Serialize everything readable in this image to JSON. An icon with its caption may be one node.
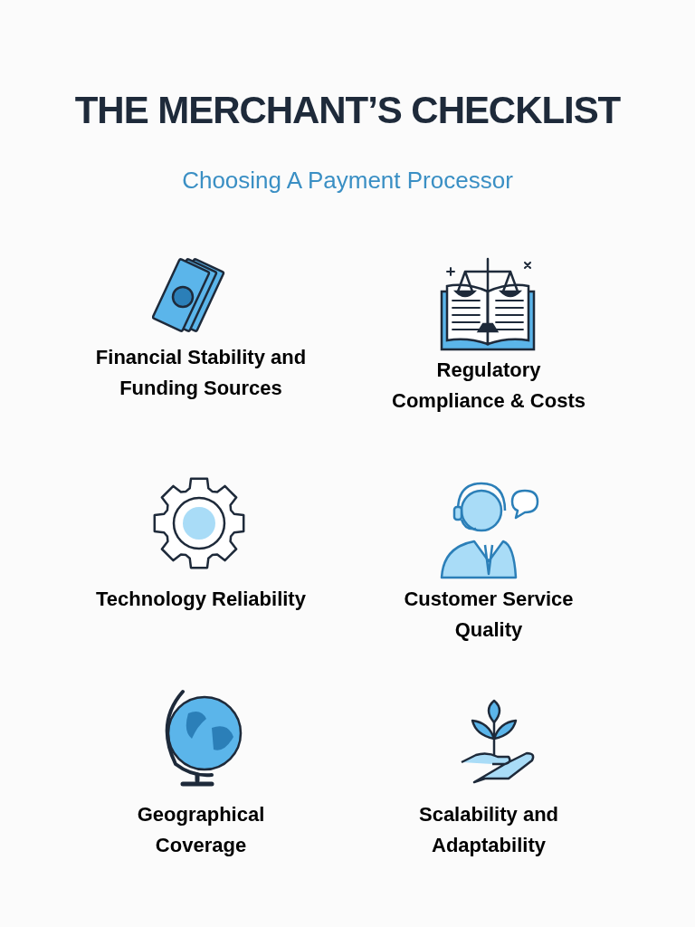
{
  "diagram": {
    "title": "THE MERCHANT’S CHECKLIST",
    "labels": [
      "Choosing A Payment Processor",
      "Financial Stability and Funding Sources",
      "Regulatory Compliance & Costs",
      "Technology Reliability",
      "Customer Service Quality",
      "Geographical Coverage",
      "Scalability and Adaptability"
    ]
  }
}
